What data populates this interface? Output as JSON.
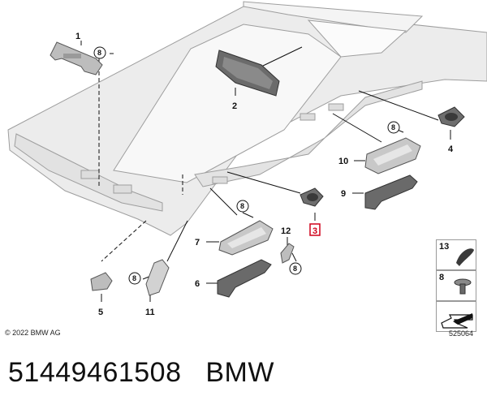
{
  "callouts": {
    "c1": "1",
    "c2": "2",
    "c3": "3",
    "c4": "4",
    "c5": "5",
    "c6": "6",
    "c7": "7",
    "c8": "8",
    "c9": "9",
    "c10": "10",
    "c11": "11",
    "c12": "12"
  },
  "ref_marker": "8",
  "legend": {
    "item_13": "13",
    "item_8": "8"
  },
  "copyright": "© 2022 BMW AG",
  "diagram_id": "525064",
  "caption": {
    "part_number": "51449461508",
    "brand": "BMW"
  },
  "colors": {
    "highlight": "#d0021b",
    "headliner": "#e9e9e9",
    "part_gray": "#7a7a7a"
  }
}
